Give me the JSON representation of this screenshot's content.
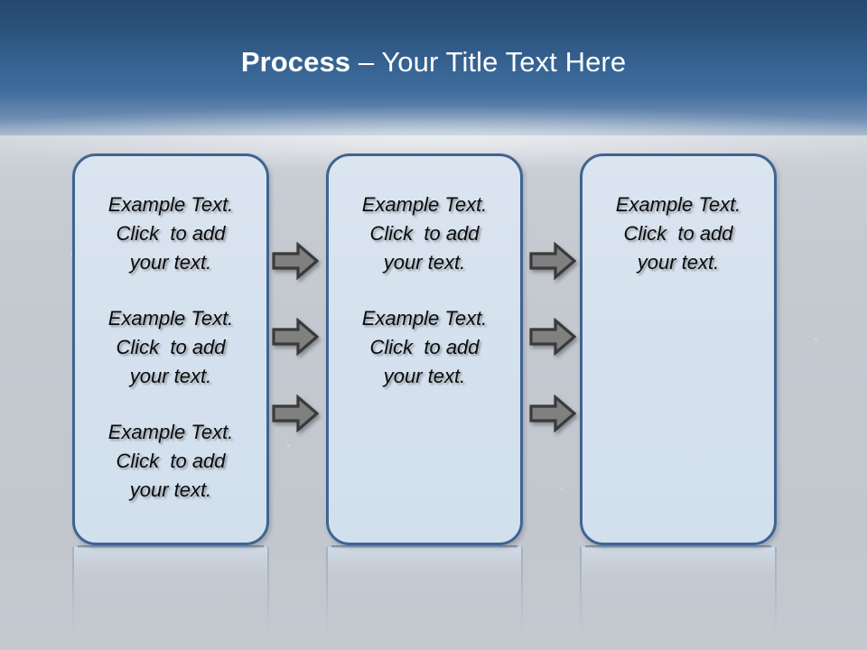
{
  "slide": {
    "title": {
      "strong": "Process ",
      "rest": "– Your Title Text Here"
    },
    "colors": {
      "sky_top": "#254870",
      "sky_mid": "#3d6c9c",
      "floor": "#c5cad1",
      "box_border": "#3f6491",
      "box_fill": "#d6e2ef",
      "arrow_fill": "#808080",
      "arrow_outline": "#3a3a3a",
      "title_text": "#ffffff",
      "body_text": "#0b0b0b"
    },
    "boxes": [
      {
        "id": "box-1",
        "paragraphs": [
          "Example Text.\nClick  to add\nyour text.",
          "Example Text.\nClick  to add\nyour text.",
          "Example Text.\nClick  to add\nyour text."
        ]
      },
      {
        "id": "box-2",
        "paragraphs": [
          "Example Text.\nClick  to add\nyour text.",
          "Example Text.\nClick  to add\nyour text."
        ]
      },
      {
        "id": "box-3",
        "paragraphs": [
          "Example Text.\nClick  to add\nyour text."
        ]
      }
    ],
    "arrow_groups": [
      {
        "id": "arrows-gap-1",
        "icon": "right-arrow-icon",
        "count": 3
      },
      {
        "id": "arrows-gap-2",
        "icon": "right-arrow-icon",
        "count": 3
      }
    ]
  }
}
